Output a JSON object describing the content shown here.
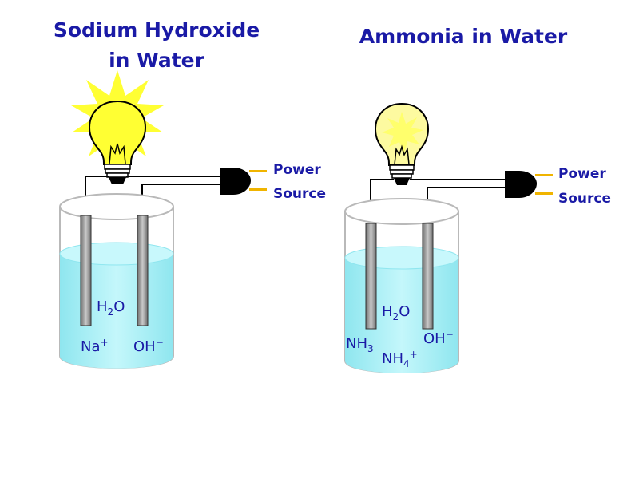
{
  "left": {
    "title_line1": "Sodium Hydroxide",
    "title_line2": "in Water",
    "power_line1": "Power",
    "power_line2": "Source",
    "h2o": {
      "a": "H",
      "sub": "2",
      "b": "O"
    },
    "cation": {
      "a": "Na",
      "sup": "+"
    },
    "anion": {
      "a": "OH",
      "sup": "−"
    },
    "bulb_state": "bright"
  },
  "right": {
    "title": "Ammonia in Water",
    "power_line1": "Power",
    "power_line2": "Source",
    "h2o": {
      "a": "H",
      "sub": "2",
      "b": "O"
    },
    "nh3": {
      "a": "NH",
      "sub": "3"
    },
    "nh4": {
      "a": "NH",
      "sub": "4",
      "sup": "+"
    },
    "anion": {
      "a": "OH",
      "sup": "−"
    },
    "bulb_state": "dim"
  },
  "colors": {
    "text": "#1a1aa6",
    "liquid": "#a6f0f6",
    "bulb_bright": "#ffff33",
    "bulb_dim": "#fdfaa0",
    "starburst": "#ffff33",
    "prong": "#f0b400"
  }
}
